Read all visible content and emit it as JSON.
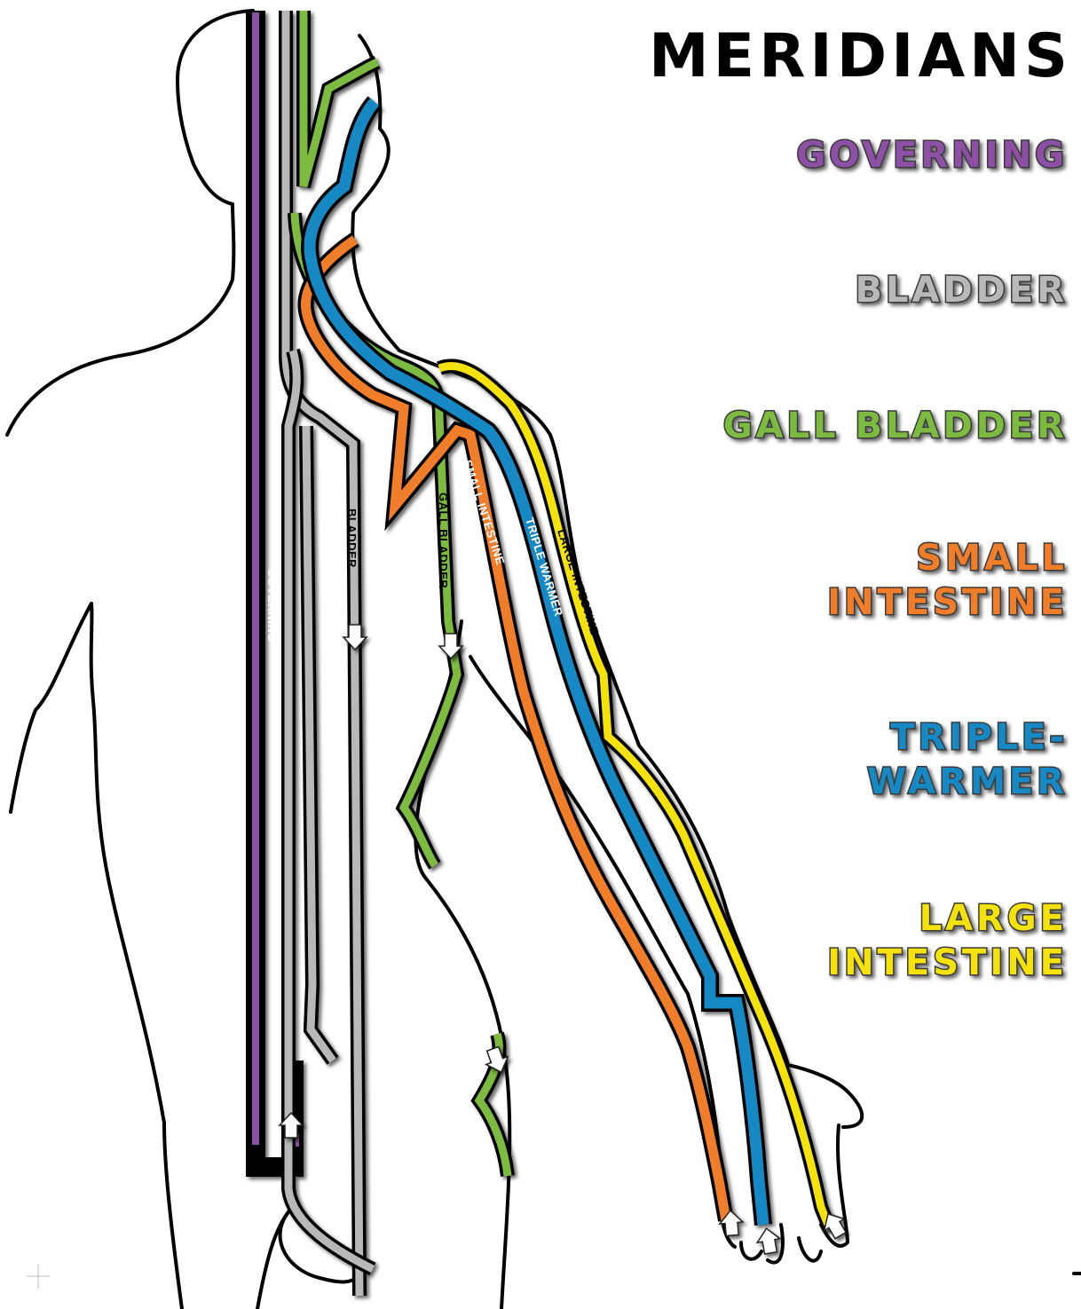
{
  "title": "MERIDIANS",
  "colors": {
    "governing": "#8e4fa6",
    "bladder": "#b8b8b8",
    "gall_bladder": "#7dbb3f",
    "small_intestine": "#f07d2a",
    "triple_warmer": "#1289c5",
    "large_intestine": "#f5e211",
    "outline": "#000000"
  },
  "legend": [
    {
      "id": "governing",
      "lines": [
        "GOVERNING"
      ],
      "color": "#8e4fa6"
    },
    {
      "id": "bladder",
      "lines": [
        "BLADDER"
      ],
      "color": "#b8b8b8"
    },
    {
      "id": "gall_bladder",
      "lines": [
        "GALL BLADDER"
      ],
      "color": "#7dbb3f"
    },
    {
      "id": "small_intestine",
      "lines": [
        "SMALL",
        "INTESTINE"
      ],
      "color": "#f07d2a"
    },
    {
      "id": "triple_warmer",
      "lines": [
        "TRIPLE-",
        "WARMER"
      ],
      "color": "#1289c5"
    },
    {
      "id": "large_intestine",
      "lines": [
        "LARGE",
        "INTESTINE"
      ],
      "color": "#f5e211"
    }
  ],
  "path_labels": {
    "governing": "GOVERNING",
    "bladder": "BLADDER",
    "gall_bladder": "GALL BLADDER",
    "small_intestine": "SMALL INTESTINE",
    "triple_warmer": "TRIPLE WARMER",
    "large_intestine": "LARGE INTESTINE"
  }
}
